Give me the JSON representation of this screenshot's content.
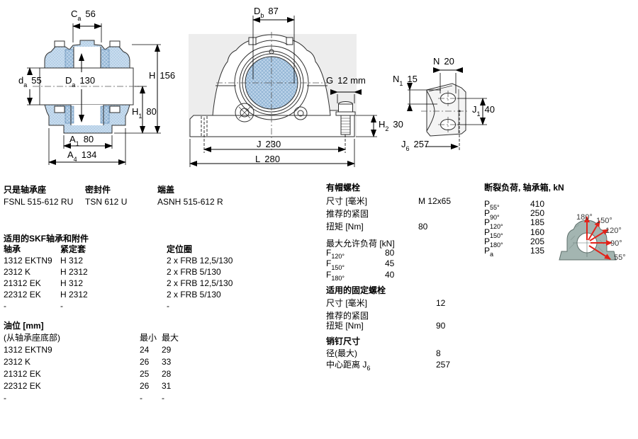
{
  "colors": {
    "accent_red": "#e2231a",
    "drawing_blue": "#c8dcee",
    "backdrop_grey": "#ededed",
    "diagram_body": "#a3b5b1"
  },
  "drawings": {
    "section_view": {
      "dims": [
        {
          "sym": "C",
          "sub": "a",
          "val": "56"
        },
        {
          "sym": "H",
          "sub": "",
          "val": "156"
        },
        {
          "sym": "d",
          "sub": "a",
          "val": "55"
        },
        {
          "sym": "D",
          "sub": "a",
          "val": "130"
        },
        {
          "sym": "H",
          "sub": "1",
          "val": "80"
        },
        {
          "sym": "A",
          "sub": "1",
          "val": "80"
        },
        {
          "sym": "A",
          "sub": "4",
          "val": "134"
        }
      ]
    },
    "front_view": {
      "dims": [
        {
          "sym": "D",
          "sub": "b",
          "val": "87"
        },
        {
          "sym": "G",
          "sub": "",
          "val": "12 mm"
        },
        {
          "sym": "H",
          "sub": "2",
          "val": "30"
        },
        {
          "sym": "J",
          "sub": "",
          "val": "230"
        },
        {
          "sym": "L",
          "sub": "",
          "val": "280"
        }
      ]
    },
    "side_view": {
      "dims": [
        {
          "sym": "N",
          "sub": "",
          "val": "20"
        },
        {
          "sym": "N",
          "sub": "1",
          "val": "15"
        },
        {
          "sym": "J",
          "sub": "1",
          "val": "40"
        },
        {
          "sym": "J",
          "sub": "6",
          "val": "257"
        }
      ]
    },
    "load_diagram": {
      "angles": [
        "180°",
        "150°",
        "120°",
        "90°",
        "55°"
      ]
    }
  },
  "designations": {
    "housing": {
      "label": "只是轴承座",
      "value": "FSNL 515-612 RU"
    },
    "seal": {
      "label": "密封件",
      "value": "TSN 612 U"
    },
    "end_cover": {
      "label": "端盖",
      "value": "ASNH 515-612 R"
    }
  },
  "bearings": {
    "title": "适用的SKF轴承和附件",
    "headers": [
      "轴承",
      "紧定套",
      "定位圈"
    ],
    "rows": [
      [
        "1312 EKTN9",
        "H 312",
        "2 x FRB 12,5/130"
      ],
      [
        "2312 K",
        "H 2312",
        "2 x FRB 5/130"
      ],
      [
        "21312 EK",
        "H 312",
        "2 x FRB 12,5/130"
      ],
      [
        "22312 EK",
        "H 2312",
        "2 x FRB 5/130"
      ],
      [
        "-",
        "-",
        "-"
      ]
    ]
  },
  "oil_level": {
    "title": "油位 [mm]",
    "subtitle": "(从轴承座底部)",
    "min_header": "最小",
    "max_header": "最大",
    "rows": [
      [
        "1312 EKTN9",
        "24",
        "29"
      ],
      [
        "2312 K",
        "26",
        "33"
      ],
      [
        "21312 EK",
        "25",
        "28"
      ],
      [
        "22312 EK",
        "26",
        "31"
      ],
      [
        "-",
        "-",
        "-"
      ]
    ]
  },
  "cap_bolts": {
    "title": "有帽螺栓",
    "size_label": "尺寸 [毫米]",
    "size_value": "M 12x65",
    "rec_label": "推荐的紧固",
    "torque_label": "扭矩 [Nm]",
    "torque_value": "80"
  },
  "max_loads": {
    "title": "最大允许负荷 [kN]",
    "rows": [
      {
        "sym": "F",
        "sub": "120°",
        "val": "80"
      },
      {
        "sym": "F",
        "sub": "150°",
        "val": "45"
      },
      {
        "sym": "F",
        "sub": "180°",
        "val": "40"
      }
    ]
  },
  "fixing_bolts": {
    "title": "适用的固定螺栓",
    "size_label": "尺寸 [毫米]",
    "size_value": "12",
    "rec_label": "推荐的紧固",
    "torque_label": "扭矩 [Nm]",
    "torque_value": "90"
  },
  "pins": {
    "title": "销钉尺寸",
    "dia_label": "径(最大)",
    "dia_value": "8",
    "center_label": "中心距离 J",
    "center_sub": "6",
    "center_value": "257"
  },
  "breaking_loads": {
    "title": "断裂负荷, 轴承箱, kN",
    "rows": [
      {
        "sym": "P",
        "sub": "55°",
        "val": "410"
      },
      {
        "sym": "P",
        "sub": "90°",
        "val": "250"
      },
      {
        "sym": "P",
        "sub": "120°",
        "val": "185"
      },
      {
        "sym": "P",
        "sub": "150°",
        "val": "160"
      },
      {
        "sym": "P",
        "sub": "180°",
        "val": "205"
      },
      {
        "sym": "P",
        "sub": "a",
        "val": "135"
      }
    ]
  }
}
